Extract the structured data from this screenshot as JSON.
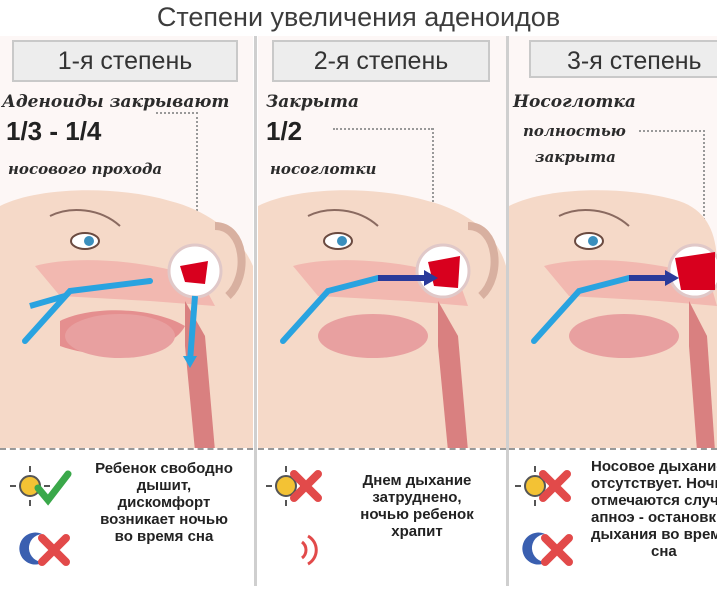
{
  "title": "Степени увеличения аденоидов",
  "columns": [
    {
      "header": "1-я степень",
      "line1": "Аденоиды закрывают",
      "fraction": "1/3 - 1/4",
      "line2": "носового прохода",
      "bottom": [
        "Ребенок свободно",
        "дышит,",
        "дискомфорт",
        "возникает ночью",
        "во время сна"
      ]
    },
    {
      "header": "2-я степень",
      "line1": "Закрыта",
      "fraction": "1/2",
      "line2": "носоглотки",
      "bottom": [
        "Днем дыхание",
        "затруднено,",
        "ночью ребенок",
        "храпит"
      ]
    },
    {
      "header": "3-я степень",
      "line1": "Носоглотка",
      "line2": "полностью",
      "line3": "закрыта",
      "bottom": [
        "Носовое дыхание",
        "отсутствует. Ночью",
        "отмечаются случаи",
        "апноэ - остановки",
        "дыхания во время",
        "сна"
      ]
    }
  ],
  "colors": {
    "skin": "#f5d9c8",
    "tissue": "#e58f8f",
    "adenoid": "#d8001e",
    "airflow": "#29a3e0",
    "blocked": "#2a3a9a"
  }
}
